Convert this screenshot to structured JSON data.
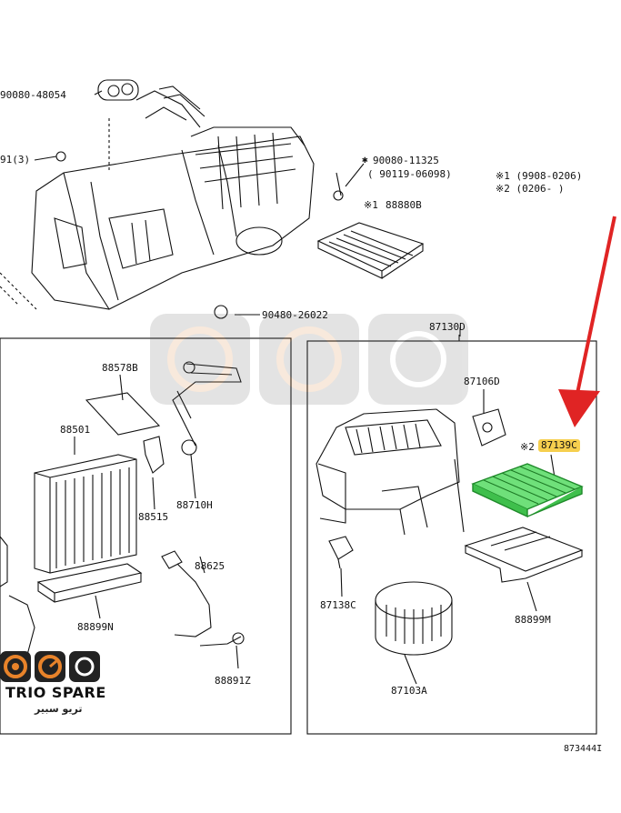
{
  "parts": {
    "p90080_48054": "90080-48054",
    "p91_3": "91(3)",
    "p90080_11325": "90080-11325",
    "p90119_06098": "( 90119-06098)",
    "p88880B": "88880B",
    "p90480_26022": "90480-26022",
    "p87130D": "87130D",
    "p88578B": "88578B",
    "p88501": "88501",
    "p88515": "88515",
    "p88710H": "88710H",
    "p87106D": "87106D",
    "p87139C": "87139C",
    "p88625": "88625",
    "p88899N": "88899N",
    "p88891Z": "88891Z",
    "p87138C": "87138C",
    "p88899M": "88899M",
    "p87103A": "87103A",
    "diagram_id": "873444I"
  },
  "notes": {
    "note1": "※1 (9908-0206)",
    "note2": "※2 (0206-     )",
    "mark1": "※1",
    "mark2": "※2",
    "star": "✱"
  },
  "watermark": {
    "brand": "TRIO SPARE",
    "arabic": "تريو سبير"
  },
  "colors": {
    "arrow": "#e02424",
    "highlight_label": "#f6cf4e",
    "filter_green": "#3fd35a",
    "line": "#111111"
  }
}
